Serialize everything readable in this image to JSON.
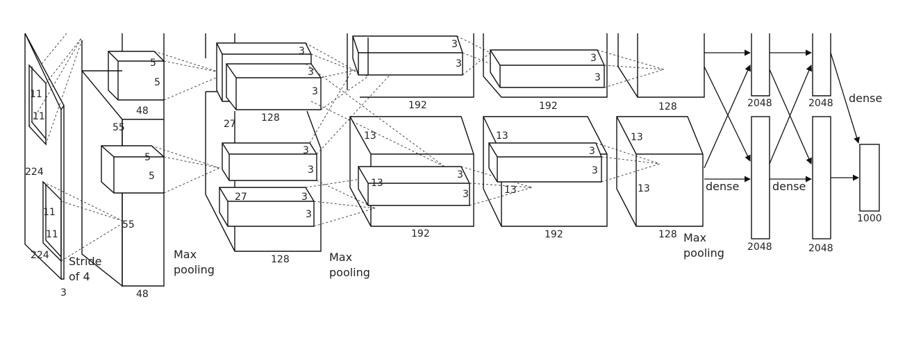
{
  "labels": {
    "input_size_top": "224",
    "input_size_bottom": "224",
    "input_depth": "3",
    "k1_top_a": "11",
    "k1_top_b": "11",
    "k1_bot_a": "11",
    "k1_bot_b": "11",
    "stride": "Stride\nof 4",
    "c1_size": "55",
    "c1_size_b": "55",
    "c1_depth_top": "48",
    "c1_depth_bot": "48",
    "k2_top_a": "5",
    "k2_top_b": "5",
    "k2_bot_a": "5",
    "k2_bot_b": "5",
    "maxpool1": "Max\npooling",
    "c2_size": "27",
    "c2_size_b": "27",
    "c2_depth_top": "128",
    "c2_depth_bot": "128",
    "k3_a": "3",
    "k3_b": "3",
    "k3_c": "3",
    "k3_d": "3",
    "k3_e": "3",
    "k3_f": "3",
    "k3_g": "3",
    "maxpool2": "Max\npooling",
    "c3_size": "13",
    "c3_size_b": "13",
    "c3_depth_top": "192",
    "c3_depth_bot": "192",
    "k4_a": "3",
    "k4_b": "3",
    "k4_c": "3",
    "k4_d": "3",
    "c4_size": "13",
    "c4_size_b": "13",
    "c4_depth_top": "192",
    "c4_depth_bot": "192",
    "k5_a": "3",
    "k5_b": "3",
    "k5_c": "3",
    "k5_d": "3",
    "c5_size": "13",
    "c5_size_b": "13",
    "c5_depth_top": "128",
    "c5_depth_bot": "128",
    "maxpool3": "Max\npooling",
    "fc6_top": "2048",
    "fc6_bot": "2048",
    "fc7_top": "2048",
    "fc7_bot": "2048",
    "dense1": "dense",
    "dense2": "dense",
    "dense3": "dense",
    "output": "1000"
  }
}
